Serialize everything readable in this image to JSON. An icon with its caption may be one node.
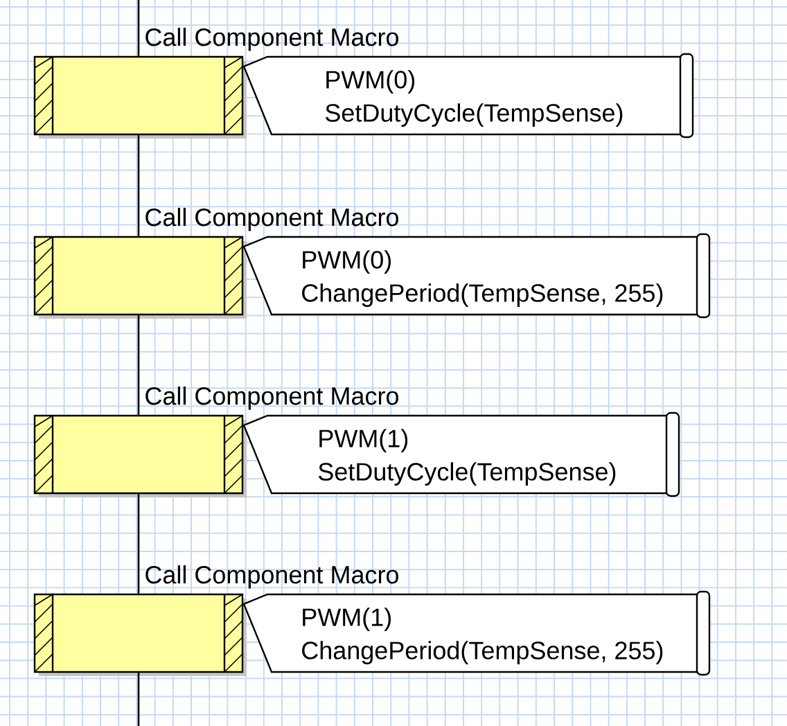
{
  "diagram": {
    "nodes": [
      {
        "text": [
          "Call Component Macro"
        ]
      },
      {
        "text": [
          "PWM(0)",
          "SetDutyCycle(TempSense)"
        ]
      },
      {
        "text": [
          "Call Component Macro"
        ]
      },
      {
        "text": [
          "PWM(0)",
          "ChangePeriod(TempSense, 255)"
        ]
      },
      {
        "text": [
          "Call Component Macro"
        ]
      },
      {
        "text": [
          "PWM(1)",
          "SetDutyCycle(TempSense)"
        ]
      },
      {
        "text": [
          "Call Component Macro"
        ]
      },
      {
        "text": [
          "PWM(1)",
          "ChangePeriod(TempSense, 255)"
        ]
      }
    ],
    "edges": [
      {
        "from": null,
        "to": 0,
        "arrow": "none"
      },
      {
        "from": 0,
        "to": 2,
        "arrow": "none"
      },
      {
        "from": 2,
        "to": 4,
        "arrow": "none"
      },
      {
        "from": 4,
        "to": 6,
        "arrow": "none"
      },
      {
        "from": 6,
        "to": null,
        "arrow": "none"
      }
    ]
  }
}
